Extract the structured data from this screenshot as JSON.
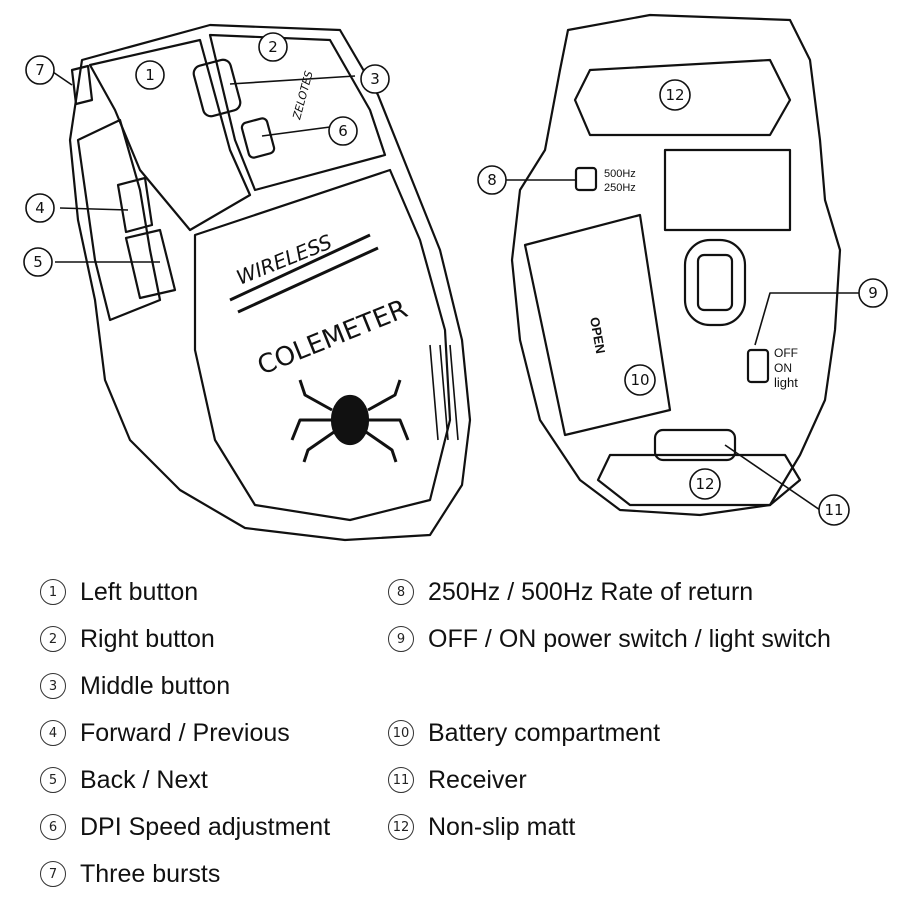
{
  "diagram": {
    "top_view_text": {
      "brand": "COLEMETER",
      "wireless": "WIRELESS",
      "side_brand": "ZELOTES"
    },
    "bottom_view_text": {
      "rate_500": "500Hz",
      "rate_250": "250Hz",
      "switch_off": "OFF",
      "switch_on": "ON",
      "switch_light": "light",
      "open": "OPEN"
    },
    "callouts": [
      {
        "id": "1",
        "symbol": "①"
      },
      {
        "id": "2",
        "symbol": "②"
      },
      {
        "id": "3",
        "symbol": "③"
      },
      {
        "id": "4",
        "symbol": "④"
      },
      {
        "id": "5",
        "symbol": "⑤"
      },
      {
        "id": "6",
        "symbol": "⑥"
      },
      {
        "id": "7",
        "symbol": "⑦"
      },
      {
        "id": "8",
        "symbol": "⑧"
      },
      {
        "id": "9",
        "symbol": "⑨"
      },
      {
        "id": "10",
        "symbol": "⑩"
      },
      {
        "id": "11",
        "symbol": "⑪"
      },
      {
        "id": "12",
        "symbol": "⑫"
      }
    ]
  },
  "legend": {
    "left": [
      {
        "num": "①",
        "label": "Left button"
      },
      {
        "num": "②",
        "label": "Right button"
      },
      {
        "num": "③",
        "label": "Middle button"
      },
      {
        "num": "④",
        "label": "Forward / Previous"
      },
      {
        "num": "⑤",
        "label": "Back / Next"
      },
      {
        "num": "⑥",
        "label": "DPI Speed adjustment"
      },
      {
        "num": "⑦",
        "label": "Three bursts"
      }
    ],
    "right": [
      {
        "num": "⑧",
        "label": "250Hz / 500Hz Rate of return"
      },
      {
        "num": "⑨",
        "label": "OFF / ON power switch / light switch"
      },
      {
        "num": "⑩",
        "label": "Battery compartment"
      },
      {
        "num": "⑪",
        "label": "Receiver"
      },
      {
        "num": "⑫",
        "label": "Non-slip matt"
      }
    ]
  }
}
